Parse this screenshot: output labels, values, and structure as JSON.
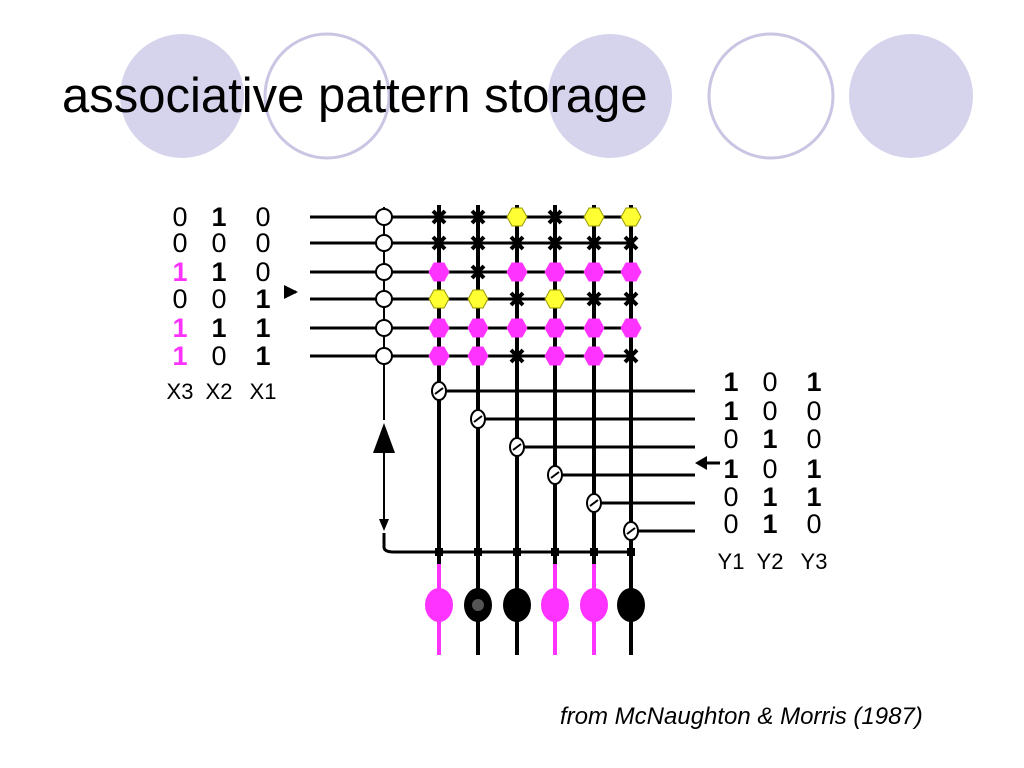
{
  "slide": {
    "title": "associative pattern storage",
    "caption": "from McNaughton & Morris (1987)"
  },
  "colors": {
    "decor_filled": "#d6d4ec",
    "decor_outline": "#c9c6e3",
    "active": "#ff33ff",
    "inactive": "#000000",
    "yellow_node": "#ffff33",
    "node_outline": "#999900"
  },
  "diagram": {
    "input_labels": [
      "X3",
      "X2",
      "X1"
    ],
    "input_rows": [
      [
        "0",
        "1",
        "0"
      ],
      [
        "0",
        "0",
        "0"
      ],
      [
        "1",
        "1",
        "0"
      ],
      [
        "0",
        "0",
        "1"
      ],
      [
        "1",
        "1",
        "1"
      ],
      [
        "1",
        "0",
        "1"
      ]
    ],
    "input_active": [
      [
        false,
        false,
        false
      ],
      [
        false,
        false,
        false
      ],
      [
        true,
        false,
        false
      ],
      [
        false,
        false,
        false
      ],
      [
        true,
        false,
        false
      ],
      [
        true,
        false,
        false
      ]
    ],
    "output_labels": [
      "Y1",
      "Y2",
      "Y3"
    ],
    "output_rows": [
      [
        "1",
        "0",
        "1"
      ],
      [
        "1",
        "0",
        "0"
      ],
      [
        "0",
        "1",
        "0"
      ],
      [
        "1",
        "0",
        "1"
      ],
      [
        "0",
        "1",
        "1"
      ],
      [
        "0",
        "1",
        "0"
      ]
    ],
    "synapses": [
      [
        "x",
        "x",
        "yellow",
        "x",
        "yellow",
        "yellow"
      ],
      [
        "x",
        "x",
        "x",
        "x",
        "x",
        "x"
      ],
      [
        "magenta",
        "x",
        "magenta",
        "magenta",
        "magenta",
        "magenta"
      ],
      [
        "yellow",
        "yellow",
        "x",
        "yellow",
        "x",
        "x"
      ],
      [
        "magenta",
        "magenta",
        "magenta",
        "magenta",
        "magenta",
        "magenta"
      ],
      [
        "magenta",
        "magenta",
        "x",
        "magenta",
        "magenta",
        "x"
      ]
    ],
    "cell_states": [
      "active",
      "inactive",
      "inactive",
      "active",
      "active",
      "inactive"
    ]
  }
}
